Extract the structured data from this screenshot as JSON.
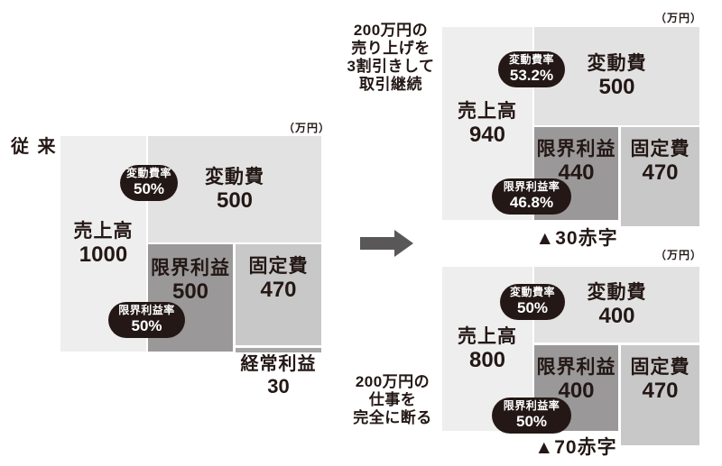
{
  "colors": {
    "sales_box": "#efeeee",
    "variable_box": "#e3e2e2",
    "marginal_box": "#9a9898",
    "fixed_box": "#c9c8c8",
    "profit_strip": "#a8a6a6",
    "pill_background": "#231815",
    "text": "#231815",
    "arrow": "#595757"
  },
  "charts": {
    "conventional": {
      "title": "従 来",
      "unit": "（万円）",
      "sales_label": "売上高",
      "sales_value": "1000",
      "variable_label": "変動費",
      "variable_value": "500",
      "variable_rate_label": "変動費率",
      "variable_rate_value": "50%",
      "marginal_label": "限界利益",
      "marginal_value": "500",
      "marginal_rate_label": "限界利益率",
      "marginal_rate_value": "50%",
      "fixed_label": "固定費",
      "fixed_value": "470",
      "result_label": "経常利益",
      "result_value": "30"
    },
    "discount": {
      "title": "200万円の\n売り上げを\n3割引きして\n取引継続",
      "unit": "（万円）",
      "sales_label": "売上高",
      "sales_value": "940",
      "variable_label": "変動費",
      "variable_value": "500",
      "variable_rate_label": "変動費率",
      "variable_rate_value": "53.2%",
      "marginal_label": "限界利益",
      "marginal_value": "440",
      "marginal_rate_label": "限界利益率",
      "marginal_rate_value": "46.8%",
      "fixed_label": "固定費",
      "fixed_value": "470",
      "deficit": "▲30赤字"
    },
    "refuse": {
      "title": "200万円の\n仕事を\n完全に断る",
      "unit": "（万円）",
      "sales_label": "売上高",
      "sales_value": "800",
      "variable_label": "変動費",
      "variable_value": "400",
      "variable_rate_label": "変動費率",
      "variable_rate_value": "50%",
      "marginal_label": "限界利益",
      "marginal_value": "400",
      "marginal_rate_label": "限界利益率",
      "marginal_rate_value": "50%",
      "fixed_label": "固定費",
      "fixed_value": "470",
      "deficit": "▲70赤字"
    }
  }
}
